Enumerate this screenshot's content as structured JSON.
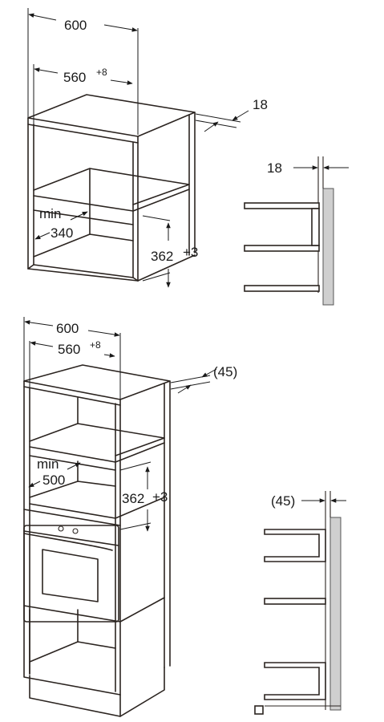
{
  "top_diagram": {
    "width_label": "600",
    "inner_width_label": "560",
    "inner_width_tol": "+8",
    "panel_label": "18",
    "min_label": "min",
    "min_value": "340",
    "height_label": "362",
    "height_tol": "+3",
    "side_panel_label": "18"
  },
  "bottom_diagram": {
    "width_label": "600",
    "inner_width_label": "560",
    "inner_width_tol": "+8",
    "gap_label": "(45)",
    "min_label": "min",
    "min_value": "500",
    "height_label": "362",
    "height_tol": "+3",
    "side_gap_label": "(45)"
  }
}
